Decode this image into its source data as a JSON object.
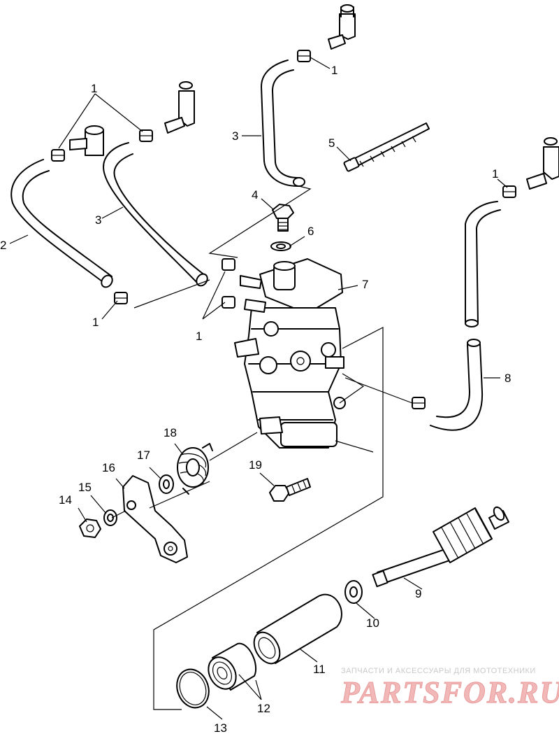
{
  "callouts": {
    "c1a": "1",
    "c1b": "1",
    "c1c": "1",
    "c1d": "1",
    "c1e": "1",
    "c2": "2",
    "c3a": "3",
    "c3b": "3",
    "c4": "4",
    "c5": "5",
    "c6": "6",
    "c7": "7",
    "c8": "8",
    "c9": "9",
    "c10": "10",
    "c11": "11",
    "c12": "12",
    "c13": "13",
    "c14": "14",
    "c15": "15",
    "c16": "16",
    "c17": "17",
    "c18": "18",
    "c19": "19"
  },
  "watermark": {
    "tagline": "ЗАПЧАСТИ И АКСЕССУАРЫ ДЛЯ МОТОТЕХНИКИ",
    "brand": "PARTSFOR.RU"
  }
}
